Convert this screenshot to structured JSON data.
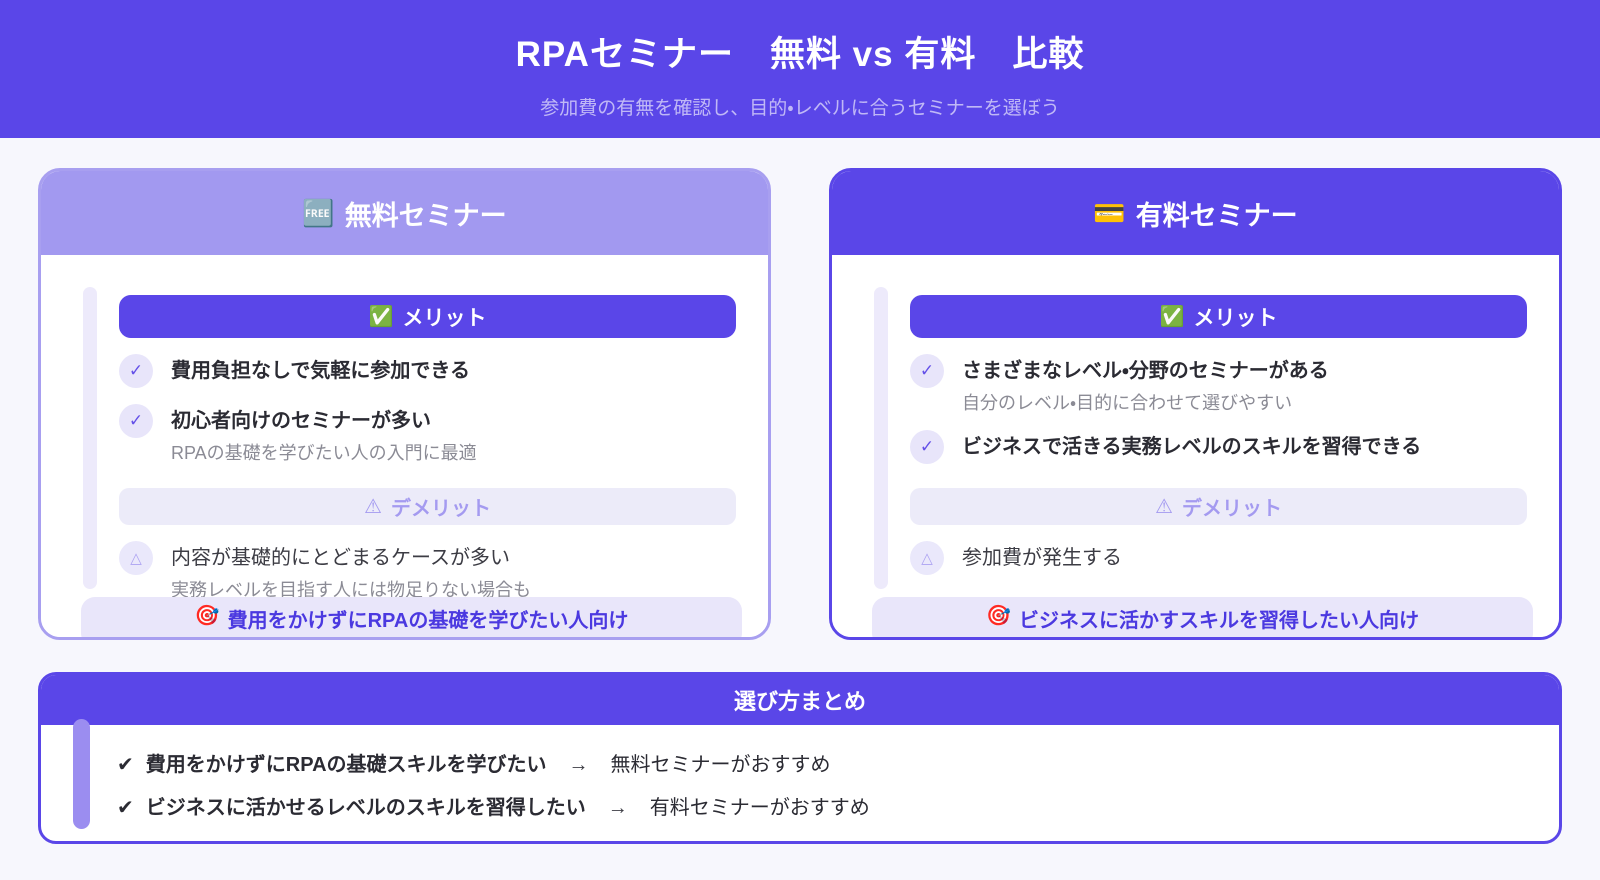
{
  "theme": {
    "accent": "#5a46e8",
    "accent_light": "#a299f0",
    "page_bg": "#f7f7fd",
    "lavender_band": "#e9e6fa",
    "demerit_band": "#ecebf9",
    "demerit_text": "#a49af0",
    "target_text": "#4b39e0",
    "text_dark": "#2b2b33",
    "text_gray": "#8b8b95"
  },
  "header": {
    "title": "RPAセミナー　無料 vs 有料　比較",
    "subtitle": "参加費の有無を確認し、目的・レベルに合うセミナーを選ぼう"
  },
  "glyphs": {
    "check_circle": "✓",
    "triangle": "△",
    "summary_check": "✔"
  },
  "cards": [
    {
      "icon": "🆓",
      "title": "無料セミナー",
      "merit_header": {
        "icon": "✅",
        "label": "メリット"
      },
      "merits": [
        {
          "title": "費用負担なしで気軽に参加できる",
          "sub": ""
        },
        {
          "title": "初心者向けのセミナーが多い",
          "sub": "RPAの基礎を学びたい人の入門に最適"
        }
      ],
      "demerit_header": {
        "icon": "⚠︎",
        "label": "デメリット"
      },
      "demerits": [
        {
          "title": "内容が基礎的にとどまるケースが多い",
          "sub": "実務レベルを目指す人には物足りない場合も"
        }
      ],
      "target": {
        "icon": "🎯",
        "label": "費用をかけずにRPAの基礎を学びたい人向け"
      }
    },
    {
      "icon": "💳",
      "title": "有料セミナー",
      "merit_header": {
        "icon": "✅",
        "label": "メリット"
      },
      "merits": [
        {
          "title": "さまざまなレベル・分野のセミナーがある",
          "sub": "自分のレベル・目的に合わせて選びやすい"
        },
        {
          "title": "ビジネスで活きる実務レベルのスキルを習得できる",
          "sub": ""
        }
      ],
      "demerit_header": {
        "icon": "⚠︎",
        "label": "デメリット"
      },
      "demerits": [
        {
          "title": "参加費が発生する",
          "sub": ""
        }
      ],
      "target": {
        "icon": "🎯",
        "label": "ビジネスに活かすスキルを習得したい人向け"
      }
    }
  ],
  "summary": {
    "title": "選び方まとめ",
    "rows": [
      {
        "check": "✔",
        "condition": "費用をかけずにRPAの基礎スキルを学びたい",
        "arrow": "→",
        "result": "無料セミナーがおすすめ"
      },
      {
        "check": "✔",
        "condition": "ビジネスに活かせるレベルのスキルを習得したい",
        "arrow": "→",
        "result": "有料セミナーがおすすめ"
      }
    ]
  }
}
